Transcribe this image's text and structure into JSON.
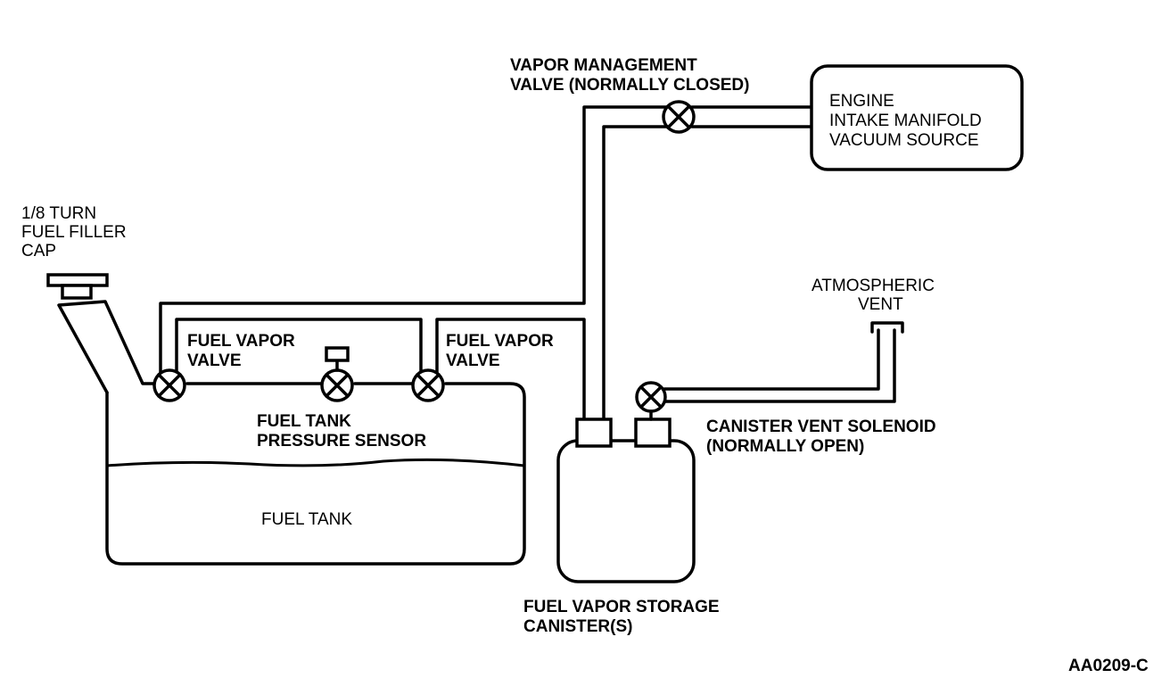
{
  "labels": {
    "filler_cap": [
      "1/8 TURN",
      "FUEL FILLER",
      "CAP"
    ],
    "fuel_vapor_valve_left": [
      "FUEL VAPOR",
      "VALVE"
    ],
    "fuel_vapor_valve_right": [
      "FUEL VAPOR",
      "VALVE"
    ],
    "pressure_sensor": [
      "FUEL TANK",
      "PRESSURE SENSOR"
    ],
    "fuel_tank": "FUEL TANK",
    "vapor_management_valve": [
      "VAPOR MANAGEMENT",
      "VALVE (NORMALLY CLOSED)"
    ],
    "engine": [
      "ENGINE",
      "INTAKE MANIFOLD",
      "VACUUM SOURCE"
    ],
    "atmospheric_vent": [
      "ATMOSPHERIC",
      "VENT"
    ],
    "canister_vent_solenoid": [
      "CANISTER VENT SOLENOID",
      "(NORMALLY OPEN)"
    ],
    "storage_canister": [
      "FUEL VAPOR STORAGE",
      "CANISTER(S)"
    ],
    "figure_code": "AA0209-C"
  }
}
